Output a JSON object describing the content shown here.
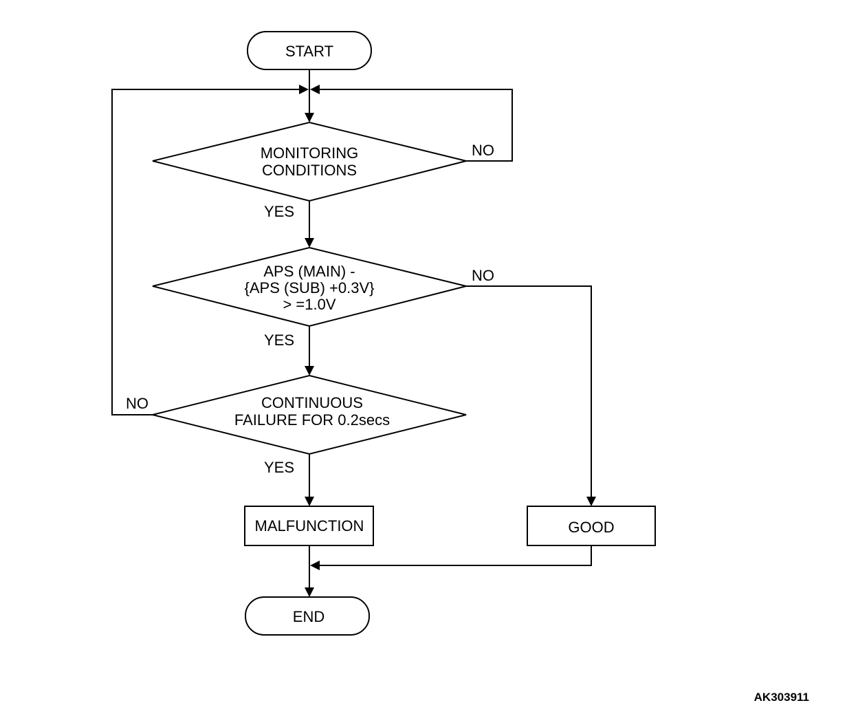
{
  "nodes": {
    "start": {
      "label": "START"
    },
    "monitoring": {
      "lines": [
        "MONITORING",
        "CONDITIONS"
      ]
    },
    "aps_check": {
      "lines": [
        "APS (MAIN) -",
        "{APS (SUB) +0.3V}",
        "> =1.0V"
      ]
    },
    "continuous": {
      "lines": [
        "CONTINUOUS",
        "FAILURE FOR 0.2secs"
      ]
    },
    "malfunction": {
      "label": "MALFUNCTION"
    },
    "good": {
      "label": "GOOD"
    },
    "end": {
      "label": "END"
    }
  },
  "branches": {
    "monitoring_no": "NO",
    "monitoring_yes": "YES",
    "aps_no": "NO",
    "aps_yes": "YES",
    "continuous_no": "NO",
    "continuous_yes": "YES"
  },
  "figure_code": "AK303911"
}
